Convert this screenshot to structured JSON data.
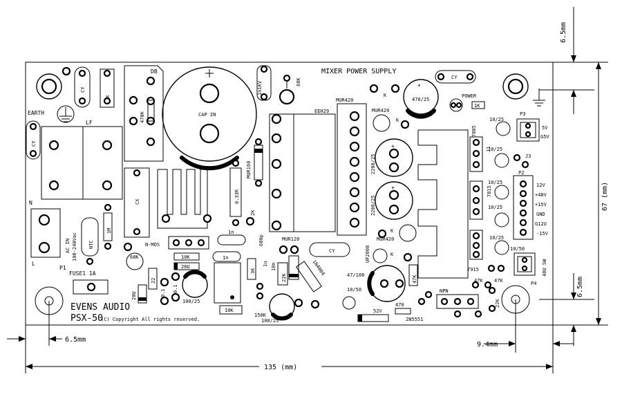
{
  "board": {
    "title": "MIXER POWER SUPPLY",
    "brand": "EVENS AUDIO",
    "model": "PSX-50",
    "copyright": "(C) Copyright  All rights reserved."
  },
  "dimensions": {
    "top_margin": "6.5mm",
    "right_margin": "6.5mm",
    "left_margin": "6.5mm",
    "hole_offset": "9.4mm",
    "width": "135 (mm)",
    "height": "67 (mm)"
  },
  "labels": {
    "earth": "EARTH",
    "cy1": "CY",
    "cx1": "CX",
    "cy2": "CY",
    "cy3": "CY",
    "cy4": "CY",
    "lf": "LF",
    "db": "DB",
    "r470k": "470K",
    "cap_in": "CAP IN",
    "c1n1kv": "1n1KV",
    "r68k1": "68K",
    "eeh29": "EEH29",
    "mur420a": "MUR420",
    "mur420b": "MUR420",
    "mur420c": "MUR420",
    "k1": "K",
    "k2": "K",
    "k3": "K",
    "k4": "K",
    "c470_25": "470/25",
    "power": "POWER",
    "r1k": "1K",
    "c2200a": "2200/25",
    "c2200b": "2200/25",
    "reg7805": "7805",
    "reg7815": "7815",
    "reg7915": "7915",
    "j1": "J1",
    "j3": "J3",
    "p3": "P3",
    "p2": "P2",
    "p4": "P4",
    "p1": "P1",
    "p3_5v": "5V",
    "p3_gsv": "G5V",
    "p2_12v": "12V",
    "p2_48v": "+48V",
    "p2_15v": "+15V",
    "p2_gnd": "GND",
    "p2_g12v": "G12U",
    "p2_m15v": "-15V",
    "c10_25a": "10/25",
    "c10_25b": "10/25",
    "c10_25c": "10/25",
    "c10_25d": "10/25",
    "c10_25e": "10/25",
    "c10_50": "10/50",
    "p4_48vsw": "48U SW",
    "r47k1": "47K",
    "r47k2": "47K",
    "r47k3": "47K",
    "r22k1": "22K",
    "npn": "NPN",
    "n_label": "N",
    "l_label": "L",
    "ac_in": "AC IN",
    "ac_range": "100-240Vac",
    "ntc": "NTC",
    "r1m": "1M",
    "cx2": "CX",
    "mur160": "MUR160",
    "r033": "0.33R",
    "r2k": "2K",
    "c1n": "1n",
    "c680p": "680p",
    "mur120": "MUR120",
    "uf2008": "UF2008",
    "c47_100": "47/100",
    "c10_50b": "10/50",
    "z52v": "52V",
    "r470": "470",
    "q2n5551": "2N5551",
    "r68k2": "68K",
    "nmos": "N-MOS",
    "fuse": "FUSE1 1A",
    "r10k1": "10K",
    "z20v1": "20U",
    "r1n": "1n",
    "r22": "22",
    "z20v2": "20U",
    "c01a": "0.1",
    "c01b": "0.1",
    "c100_25a": "100/25",
    "r10k2": "10K",
    "r3k": "3K",
    "r150k": "150K",
    "c1u": "1u",
    "c10n": "10n",
    "r22k2": "22K",
    "d1n4004": "1N4004",
    "c100_25b": "100/25"
  }
}
